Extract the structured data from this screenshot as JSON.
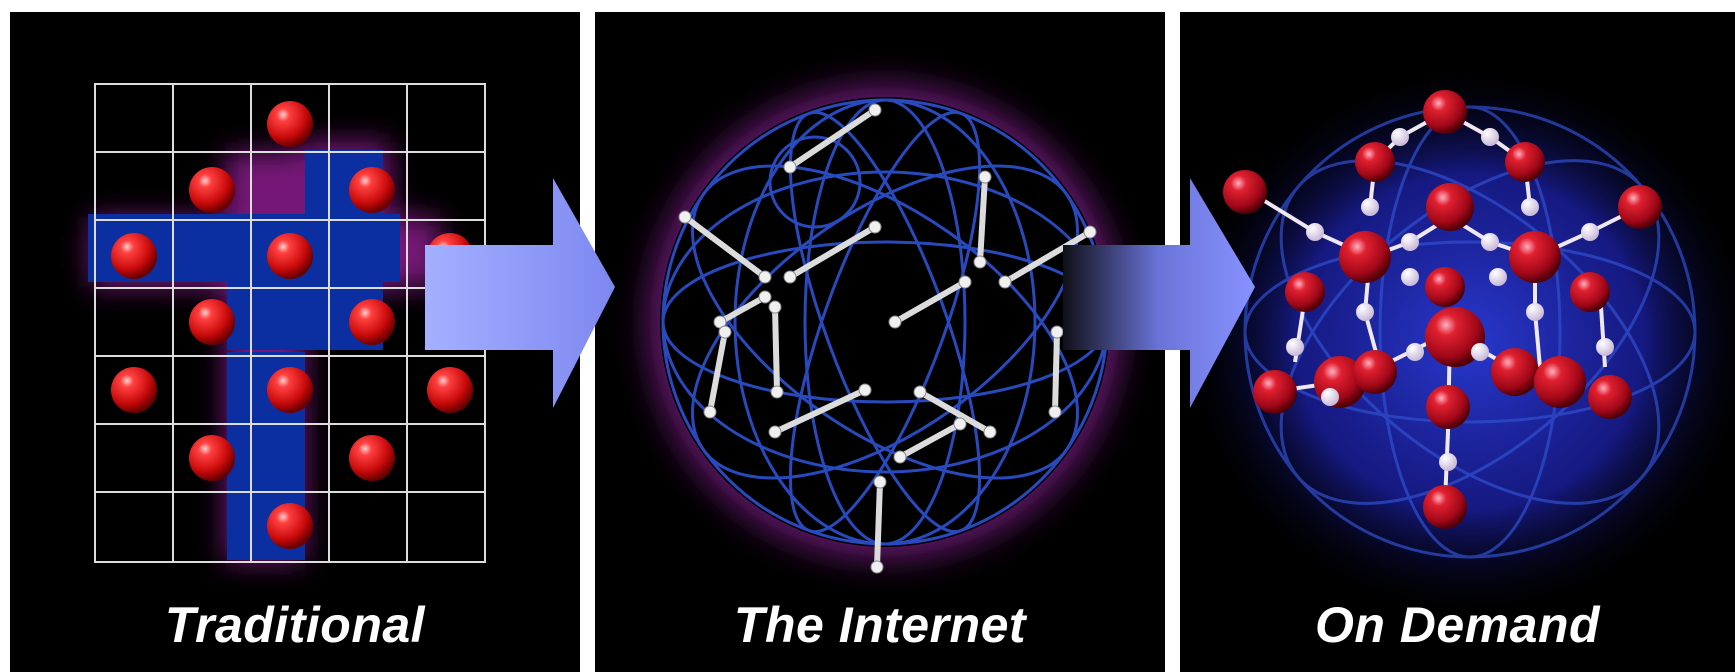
{
  "panels": [
    {
      "caption": "Traditional",
      "icon": "grid-cross-icon"
    },
    {
      "caption": "The Internet",
      "icon": "network-sphere-icon"
    },
    {
      "caption": "On Demand",
      "icon": "molecular-sphere-icon"
    }
  ],
  "colors": {
    "panel_bg": "#000000",
    "grid_line": "#dddddd",
    "cross_fill": "#0b2fa0",
    "glow": "#8a1c8c",
    "sphere_line": "#2b4fc8",
    "ball_red": "#e01818",
    "rod_white": "#e8e8e8",
    "arrow_light": "#9aa6ff"
  }
}
